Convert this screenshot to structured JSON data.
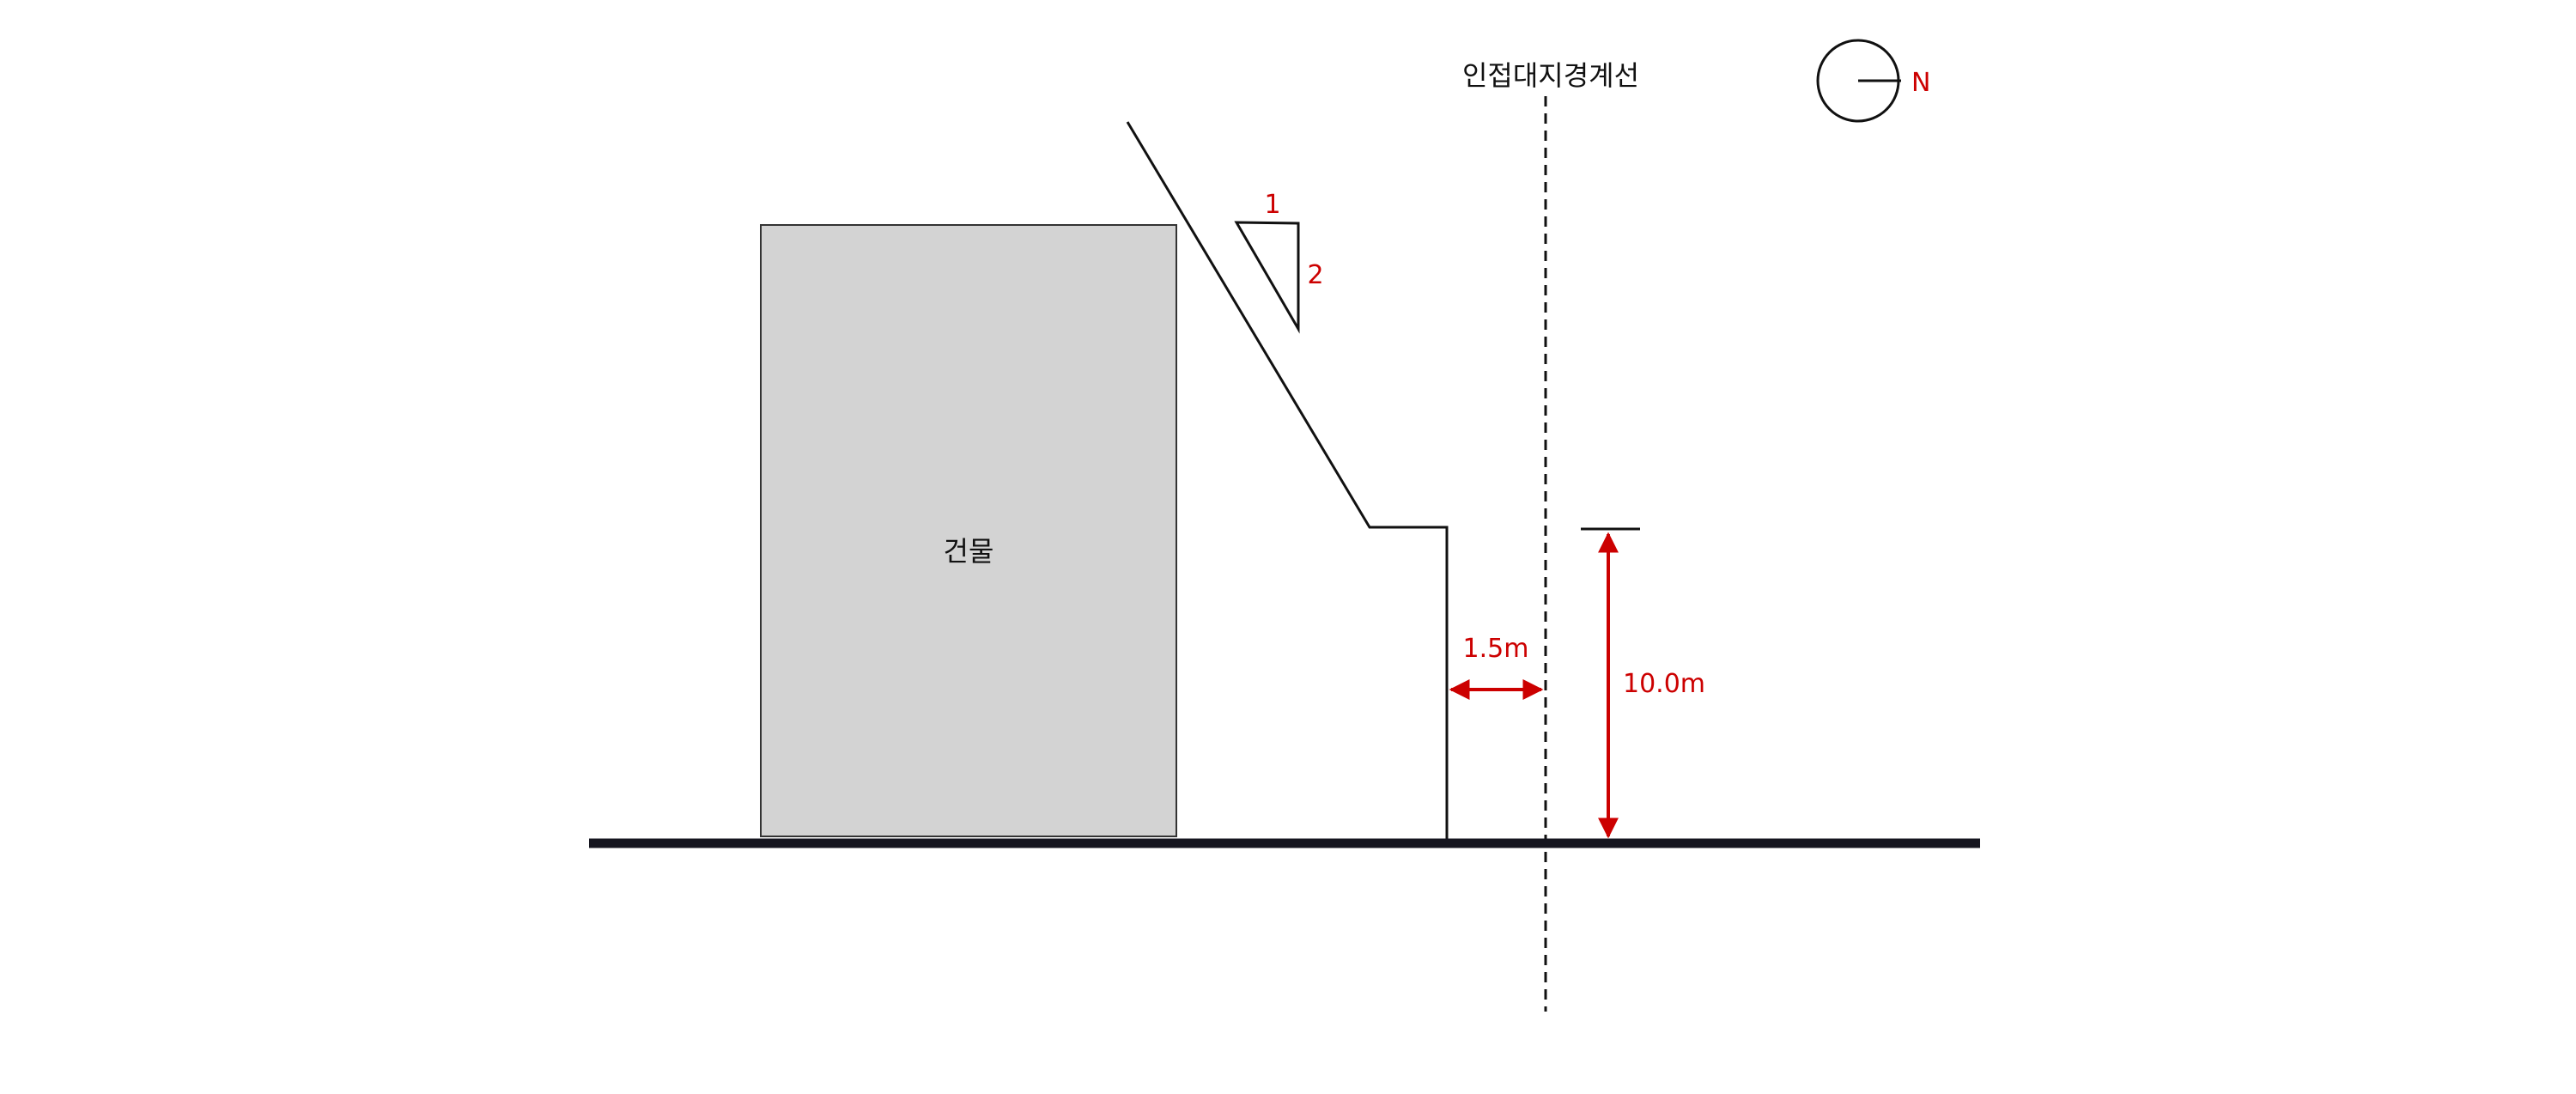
{
  "building": {
    "label": "건물",
    "fill_color": "#d3d3d3"
  },
  "boundary": {
    "label": "인접대지경계선"
  },
  "compass": {
    "north_label": "N",
    "color": "#cc0000"
  },
  "slope": {
    "rise_label": "1",
    "run_label": "2"
  },
  "dimensions": {
    "horizontal_label": "1.5m",
    "vertical_label": "10.0m",
    "color": "#cc0000"
  },
  "ground": {
    "color": "#15151f"
  }
}
